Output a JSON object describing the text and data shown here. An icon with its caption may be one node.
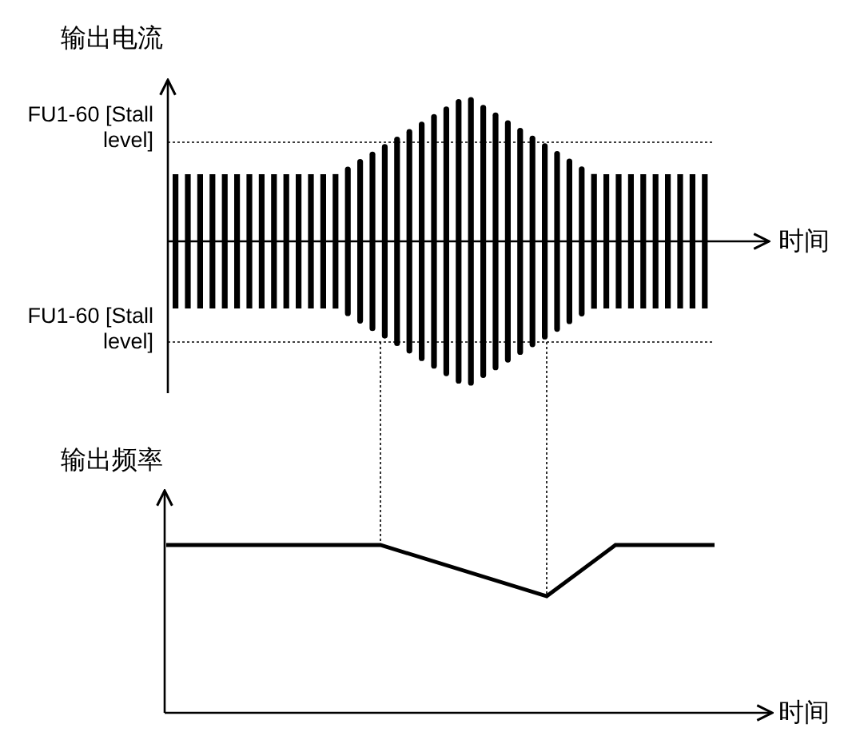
{
  "diagram": {
    "labels": [
      "输出电流",
      "FU1-60 [Stall level]",
      "FU1-60 [Stall level]",
      "时间",
      "输出频率",
      "时间"
    ]
  }
}
